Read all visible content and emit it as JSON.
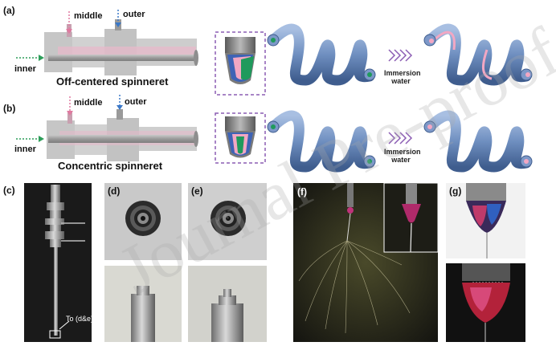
{
  "panels": {
    "a": {
      "label": "(a)",
      "middle": "middle",
      "outer": "outer",
      "inner": "inner",
      "caption": "Off-centered spinneret",
      "immersion": [
        "Immersion",
        "water"
      ]
    },
    "b": {
      "label": "(b)",
      "middle": "middle",
      "outer": "outer",
      "inner": "inner",
      "caption": "Concentric spinneret",
      "immersion": [
        "Immersion",
        "water"
      ]
    },
    "c": {
      "label": "(c)",
      "annotation": "To (d&e)"
    },
    "d": {
      "label": "(d)"
    },
    "e": {
      "label": "(e)"
    },
    "f": {
      "label": "(f)"
    },
    "g": {
      "label": "(g)"
    }
  },
  "watermark": "Journal Pre-proof",
  "colors": {
    "arrow_green": "#2e9e5a",
    "arrow_pink": "#e07aa0",
    "arrow_blue": "#3a78c8",
    "spring_blue": "#6f8fc0",
    "spring_dark": "#3f5d8e",
    "pink": "#f2a7c3",
    "green": "#1f9a5c",
    "dash_purple": "#8c5db4",
    "chevron": "#8c5db4"
  }
}
